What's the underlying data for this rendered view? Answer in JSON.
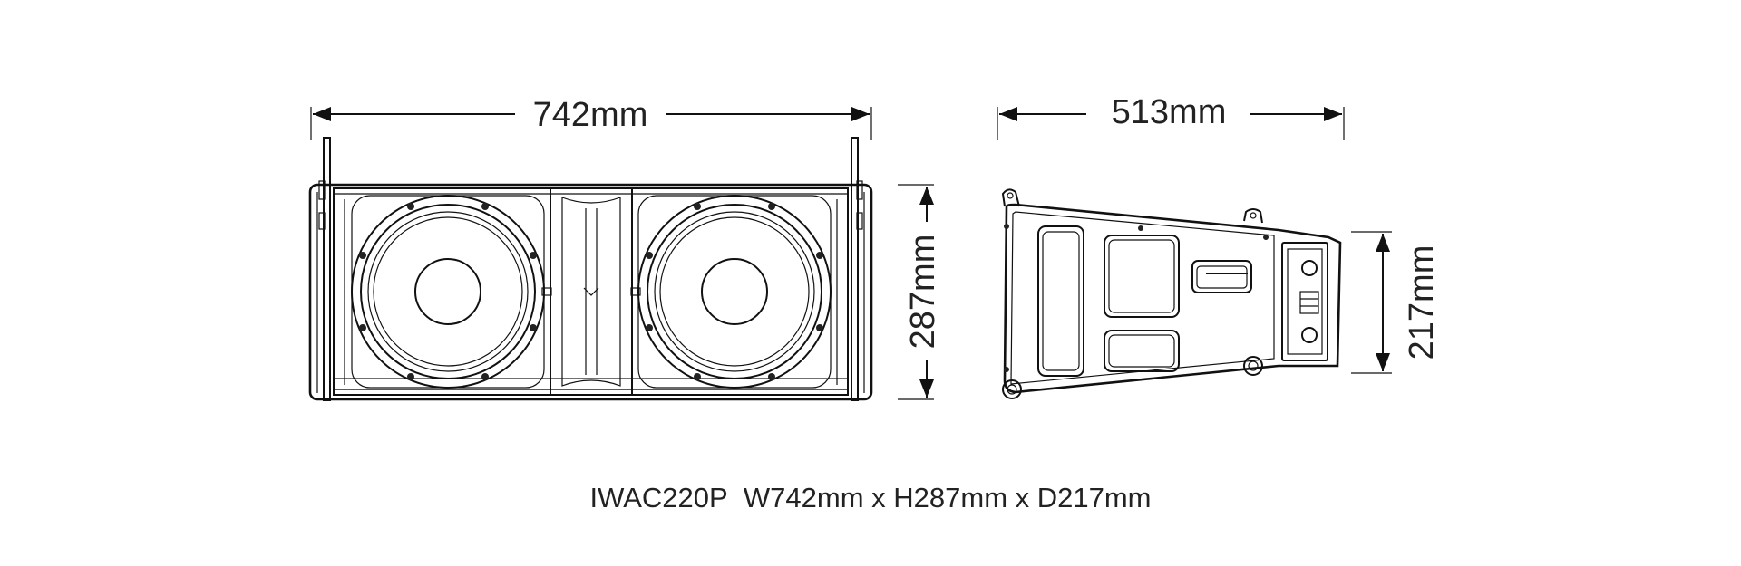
{
  "dimensions": {
    "front_width": "742mm",
    "front_height": "287mm",
    "side_depth": "513mm",
    "side_height": "217mm"
  },
  "caption": {
    "model": "IWAC220P",
    "spec": "W742mm x H287mm x D217mm"
  },
  "colors": {
    "line": "#111111",
    "background": "#ffffff"
  }
}
